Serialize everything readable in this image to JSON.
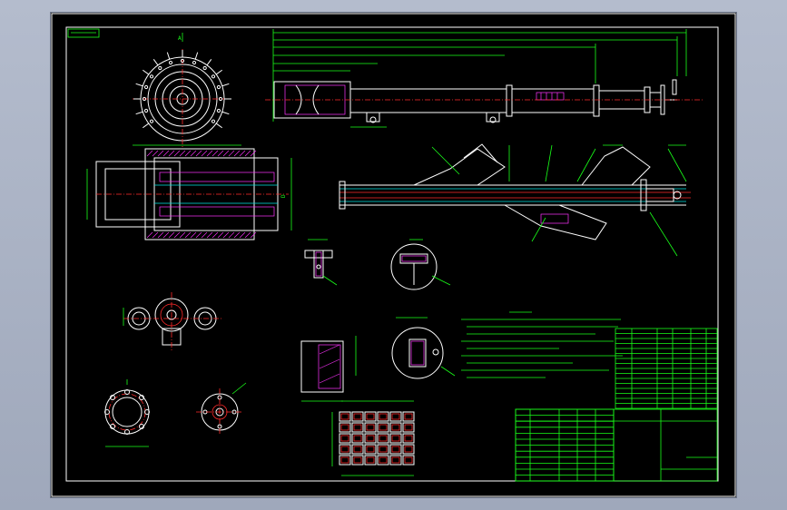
{
  "drawing": {
    "background_color": "#000000",
    "frame_color": "#ffffff",
    "line_colors": {
      "outline": "#ffffff",
      "dimension": "#19ff19",
      "center": "#ff2a2a",
      "hidden": "#00e5e5",
      "section": "#ff33ff"
    },
    "views": [
      "top-elevation-view",
      "flange-end-view",
      "longitudinal-section-left",
      "longitudinal-section-right",
      "detail-i",
      "detail-ii",
      "detail-iii",
      "detail-iv",
      "bracket-view",
      "small-flange-a",
      "small-flange-b",
      "tube-arrangement-view"
    ],
    "notes_block": "technical-requirements",
    "tables": [
      "parts-list",
      "title-block"
    ]
  }
}
